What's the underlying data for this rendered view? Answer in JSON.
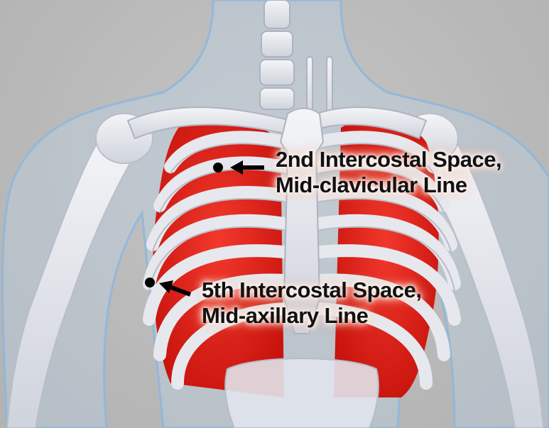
{
  "annotations": [
    {
      "line1": "2nd Intercostal Space,",
      "line2": "Mid-clavicular Line"
    },
    {
      "line1": "5th Intercostal Space,",
      "line2": "Mid-axillary Line"
    }
  ],
  "colors": {
    "background": "#bcbcbc",
    "lungs": "#e8231a",
    "bone": "#e9ebf0",
    "skin_outline": "#8fb8dc",
    "marker": "#000000"
  }
}
